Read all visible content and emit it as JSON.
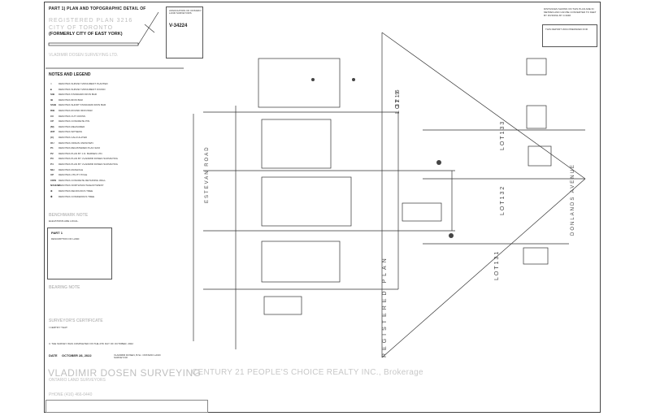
{
  "header": {
    "part_title": "PART 1) PLAN AND TOPOGRAPHIC DETAIL OF",
    "plan_line": "REGISTERED PLAN 3216",
    "city_line": "CITY OF TORONTO",
    "former_city": "(FORMERLY CITY OF EAST YORK)",
    "firm_line": "VLADIMIR DOSEN SURVEYING LTD."
  },
  "stamp": {
    "association": "ASSOCIATION OF ONTARIO LAND SURVEYORS",
    "number": "V-34224"
  },
  "notes": {
    "top_right": "DISTANCES SHOWN ON THIS PLAN ARE IN METRES AND CAN BE CONVERTED TO FEET BY DIVIDING BY 0.3048.",
    "prepared_for": "THIS REPORT WAS PREPARED FOR"
  },
  "legend": {
    "title": "NOTES AND LEGEND",
    "items": [
      {
        "code": "□",
        "text": "DENOTES SURVEY MONUMENT PLANTED"
      },
      {
        "code": "■",
        "text": "DENOTES SURVEY MONUMENT FOUND"
      },
      {
        "code": "SIB",
        "text": "DENOTES STANDARD IRON BAR"
      },
      {
        "code": "IB",
        "text": "DENOTES IRON BAR"
      },
      {
        "code": "SSIB",
        "text": "DENOTES SHORT STANDARD IRON BAR"
      },
      {
        "code": "RIB",
        "text": "DENOTES ROUND IRON BAR"
      },
      {
        "code": "CC",
        "text": "DENOTES CUT CROSS"
      },
      {
        "code": "CP",
        "text": "DENOTES CONCRETE PIN"
      },
      {
        "code": "(M)",
        "text": "DENOTES MEASURED"
      },
      {
        "code": "WIT",
        "text": "DENOTES WITNESS"
      },
      {
        "code": "(C)",
        "text": "DENOTES CALCULATED"
      },
      {
        "code": "OU",
        "text": "DENOTES ORIGIN UNKNOWN"
      },
      {
        "code": "P1",
        "text": "DENOTES REGISTERED PLAN 3216"
      },
      {
        "code": "P2",
        "text": "DENOTES PLAN BY J.D. BARNES LTD."
      },
      {
        "code": "P3",
        "text": "DENOTES PLAN BY VLADIMIR DOSEN SURVEYING"
      },
      {
        "code": "P4",
        "text": "DENOTES PLAN BY VLADIMIR DOSEN SURVEYING"
      },
      {
        "code": "MH",
        "text": "DENOTES MANHOLE"
      },
      {
        "code": "UP",
        "text": "DENOTES UTILITY POLE"
      },
      {
        "code": "CRW",
        "text": "DENOTES CONCRETE RETAINING WALL"
      },
      {
        "code": "N/S/E/W",
        "text": "DENOTES NORTH/SOUTH/EAST/WEST"
      },
      {
        "code": "⊕",
        "text": "DENOTES DECIDUOUS TREE"
      },
      {
        "code": "✱",
        "text": "DENOTES CONIFEROUS TREE"
      }
    ]
  },
  "benchmark": {
    "title": "BENCHMARK NOTE",
    "text": "ELEVATIONS ARE LOCAL."
  },
  "part_box": {
    "title": "PART 1",
    "text": "DESCRIPTION OF LAND:"
  },
  "bearing": {
    "title": "BEARING NOTE"
  },
  "certificate": {
    "title": "SURVEYOR'S CERTIFICATE",
    "certify": "I CERTIFY THAT:",
    "date_label": "DATE",
    "date_value": "OCTOBER 28, 2022",
    "surveyor": "VLADIMIR DOSEN, B.Sc. ONTARIO LAND SURVEYOR",
    "item3": "3. THE SURVEY WAS COMPLETED ON THE 27th DAY OF OCTOBER, 2022"
  },
  "company": {
    "name": "VLADIMIR DOSEN SURVEYING",
    "sub": "ONTARIO LAND SURVEYORS",
    "phone": "PHONE (416) 466-0440"
  },
  "watermark": "CENTURY 21 PEOPLE'S CHOICE REALTY INC., Brokerage",
  "plan": {
    "lot9": "LOT 9",
    "lot133": "LOT133",
    "lot132": "LOT132",
    "lot131": "LOT131",
    "registered_plan": "REGISTERED PLAN",
    "plan_number": "3216",
    "road_left": "ESTEVAN ROAD",
    "road_right": "DONLANDS AVENUE"
  },
  "colors": {
    "line": "#333333",
    "faded": "#bdbdbd"
  }
}
